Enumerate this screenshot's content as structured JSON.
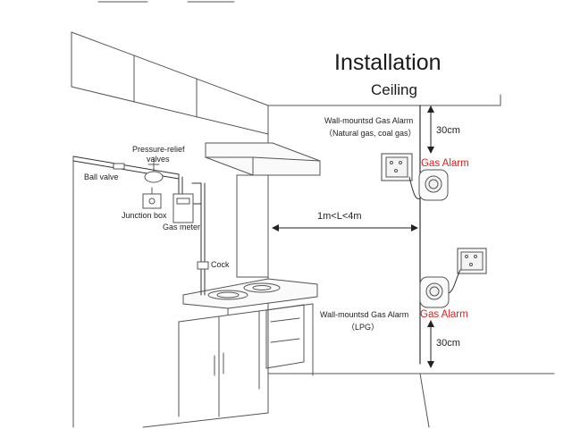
{
  "diagram": {
    "title": "Installation",
    "subtitle": "Ceiling",
    "labels": {
      "pressure_relief_line1": "Pressure-relief",
      "pressure_relief_line2": "valves",
      "ball_valve": "Ball valve",
      "junction_box": "Junction box",
      "gas_meter": "Gas meter",
      "cock": "Cock",
      "distance": "1m<L<4m",
      "top_offset": "30cm",
      "bottom_offset": "30cm",
      "top_alarm_title": "Wall-mountsd Gas Alarm",
      "top_alarm_gas": "（Natural gas,   coal gas）",
      "bottom_alarm_title": "Wall-mountsd Gas Alarm",
      "bottom_alarm_gas": "（LPG）",
      "top_alarm_tag": "Gas Alarm",
      "bottom_alarm_tag": "Gas Alarm"
    },
    "colors": {
      "line": "#444444",
      "alarm_tag": "#e0201c"
    }
  }
}
